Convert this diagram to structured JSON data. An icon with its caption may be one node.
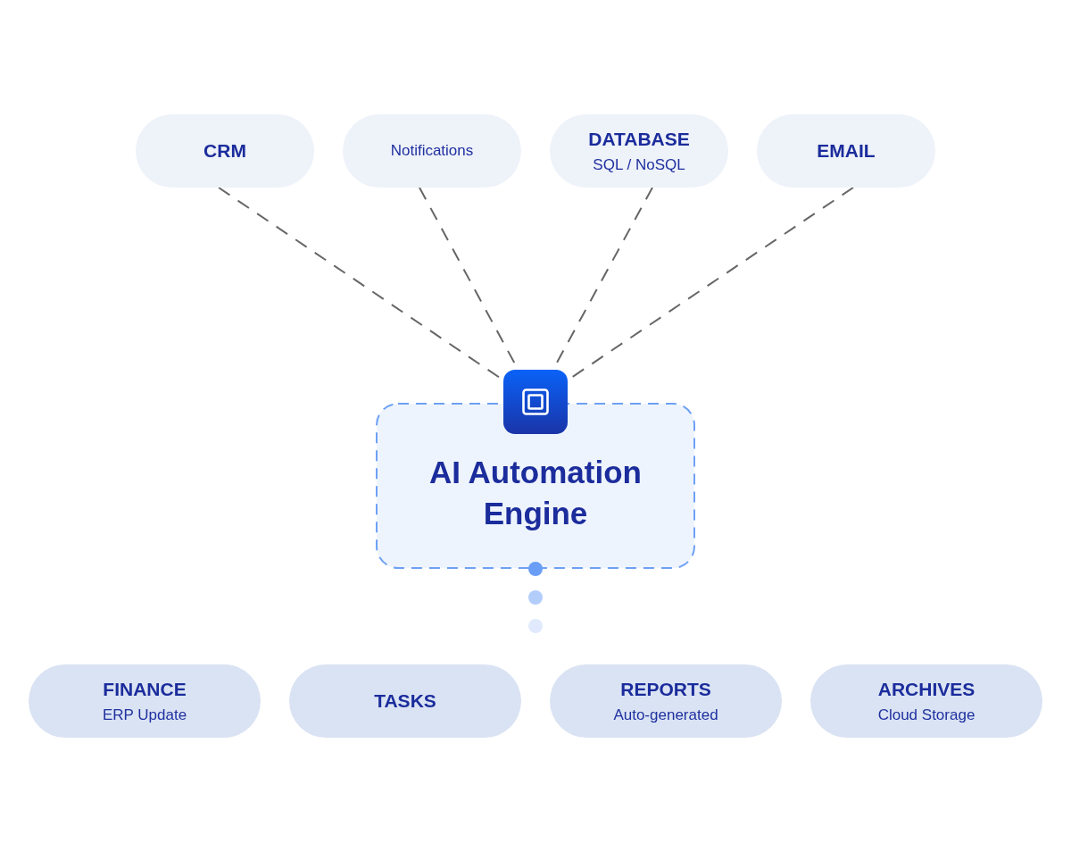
{
  "diagram": {
    "nodes": [
      {
        "text": [
          "CRM"
        ]
      },
      {
        "text": [
          "Notifications"
        ]
      },
      {
        "text": [
          "DATABASE",
          "SQL / NoSQL"
        ]
      },
      {
        "text": [
          "EMAIL"
        ]
      },
      {
        "text": [],
        "shape": "box"
      },
      {
        "text": [
          "AI Automation Engine"
        ]
      },
      {
        "text": [
          "FINANCE",
          "ERP Update"
        ]
      },
      {
        "text": [
          "TASKS"
        ]
      },
      {
        "text": [
          "REPORTS",
          "Auto-generated"
        ]
      },
      {
        "text": [
          "ARCHIVES",
          "Cloud Storage"
        ]
      }
    ],
    "edges": [
      {
        "from": 0,
        "to": 4,
        "arrow": "none",
        "style": "dashed"
      },
      {
        "from": 1,
        "to": 4,
        "arrow": "none",
        "style": "dashed"
      },
      {
        "from": 2,
        "to": 4,
        "arrow": "none",
        "style": "dashed"
      },
      {
        "from": 3,
        "to": 4,
        "arrow": "none",
        "style": "dashed"
      }
    ]
  }
}
